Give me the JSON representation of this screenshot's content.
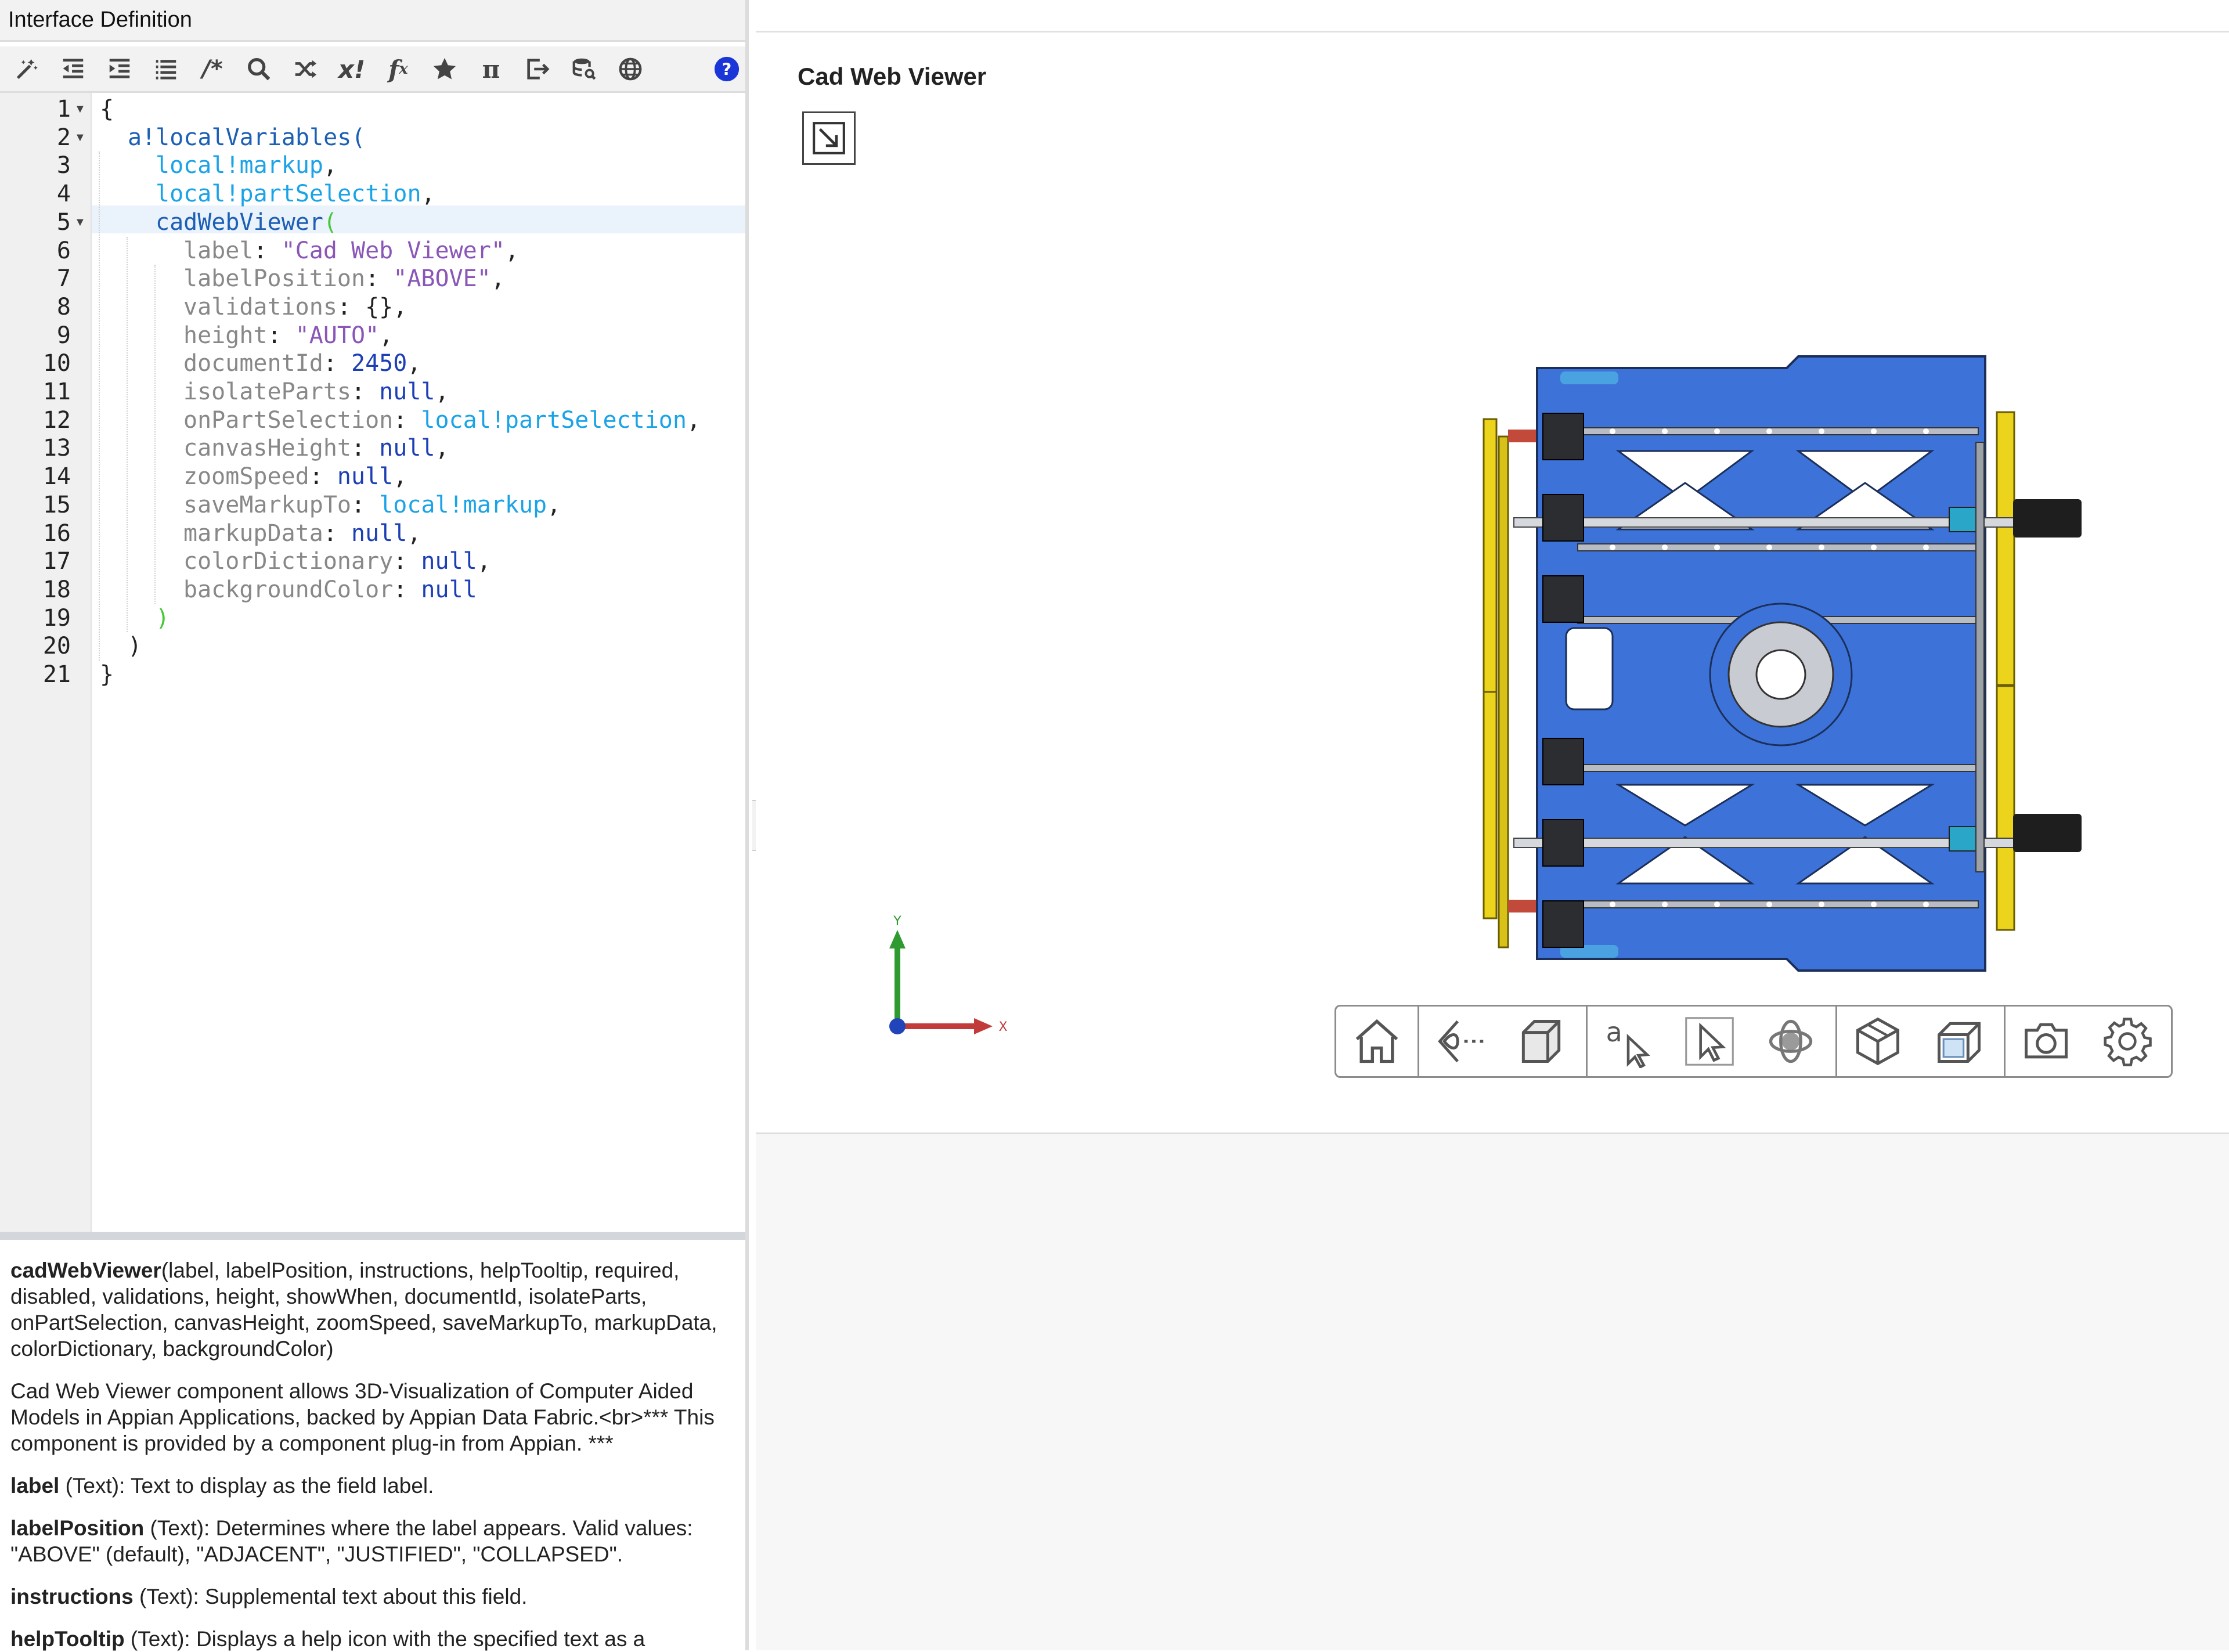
{
  "editor": {
    "title": "Interface Definition",
    "toolbar": [
      {
        "name": "format-icon",
        "glyph": ""
      },
      {
        "name": "outdent-icon",
        "glyph": ""
      },
      {
        "name": "indent-icon",
        "glyph": ""
      },
      {
        "name": "list-icon",
        "glyph": ""
      },
      {
        "name": "comment-icon",
        "glyph": "/*"
      },
      {
        "name": "search-icon",
        "glyph": ""
      },
      {
        "name": "shuffle-icon",
        "glyph": ""
      },
      {
        "name": "variable-icon",
        "glyph": "x!"
      },
      {
        "name": "function-icon",
        "glyph": "fx"
      },
      {
        "name": "favorite-star-icon",
        "glyph": ""
      },
      {
        "name": "constant-pi-icon",
        "glyph": "π"
      },
      {
        "name": "export-icon",
        "glyph": ""
      },
      {
        "name": "data-search-icon",
        "glyph": ""
      },
      {
        "name": "globe-icon",
        "glyph": ""
      },
      {
        "name": "help-icon",
        "glyph": "?"
      }
    ],
    "line_numbers": [
      "1",
      "2",
      "3",
      "4",
      "5",
      "6",
      "7",
      "8",
      "9",
      "10",
      "11",
      "12",
      "13",
      "14",
      "15",
      "16",
      "17",
      "18",
      "19",
      "20",
      "21"
    ],
    "code": [
      [
        [
          "c-default",
          "{"
        ]
      ],
      [
        [
          "c-fn",
          "a!localVariables("
        ]
      ],
      [
        [
          "c-local",
          "local!markup"
        ],
        [
          "c-default",
          ","
        ]
      ],
      [
        [
          "c-local",
          "local!partSelection"
        ],
        [
          "c-default",
          ","
        ]
      ],
      [
        [
          "c-fn",
          "cadWebViewer"
        ],
        [
          "c-green",
          "("
        ]
      ],
      [
        [
          "c-key",
          "label"
        ],
        [
          "c-default",
          ": "
        ],
        [
          "c-str",
          "\"Cad Web Viewer\""
        ],
        [
          "c-default",
          ","
        ]
      ],
      [
        [
          "c-key",
          "labelPosition"
        ],
        [
          "c-default",
          ": "
        ],
        [
          "c-str",
          "\"ABOVE\""
        ],
        [
          "c-default",
          ","
        ]
      ],
      [
        [
          "c-key",
          "validations"
        ],
        [
          "c-default",
          ": {},"
        ]
      ],
      [
        [
          "c-key",
          "height"
        ],
        [
          "c-default",
          ": "
        ],
        [
          "c-str",
          "\"AUTO\""
        ],
        [
          "c-default",
          ","
        ]
      ],
      [
        [
          "c-key",
          "documentId"
        ],
        [
          "c-default",
          ": "
        ],
        [
          "c-num",
          "2450"
        ],
        [
          "c-default",
          ","
        ]
      ],
      [
        [
          "c-key",
          "isolateParts"
        ],
        [
          "c-default",
          ": "
        ],
        [
          "c-null",
          "null"
        ],
        [
          "c-default",
          ","
        ]
      ],
      [
        [
          "c-key",
          "onPartSelection"
        ],
        [
          "c-default",
          ": "
        ],
        [
          "c-local",
          "local!partSelection"
        ],
        [
          "c-default",
          ","
        ]
      ],
      [
        [
          "c-key",
          "canvasHeight"
        ],
        [
          "c-default",
          ": "
        ],
        [
          "c-null",
          "null"
        ],
        [
          "c-default",
          ","
        ]
      ],
      [
        [
          "c-key",
          "zoomSpeed"
        ],
        [
          "c-default",
          ": "
        ],
        [
          "c-null",
          "null"
        ],
        [
          "c-default",
          ","
        ]
      ],
      [
        [
          "c-key",
          "saveMarkupTo"
        ],
        [
          "c-default",
          ": "
        ],
        [
          "c-local",
          "local!markup"
        ],
        [
          "c-default",
          ","
        ]
      ],
      [
        [
          "c-key",
          "markupData"
        ],
        [
          "c-default",
          ": "
        ],
        [
          "c-null",
          "null"
        ],
        [
          "c-default",
          ","
        ]
      ],
      [
        [
          "c-key",
          "colorDictionary"
        ],
        [
          "c-default",
          ": "
        ],
        [
          "c-null",
          "null"
        ],
        [
          "c-default",
          ","
        ]
      ],
      [
        [
          "c-key",
          "backgroundColor"
        ],
        [
          "c-default",
          ": "
        ],
        [
          "c-null",
          "null"
        ]
      ],
      [
        [
          "c-green",
          ")"
        ]
      ],
      [
        [
          "c-default",
          ")"
        ]
      ],
      [
        [
          "c-default",
          "}"
        ]
      ]
    ]
  },
  "docs": {
    "signature_name": "cadWebViewer",
    "signature_params": "(label, labelPosition, instructions, helpTooltip, required, disabled, validations, height, showWhen, documentId, isolateParts, onPartSelection, canvasHeight, zoomSpeed, saveMarkupTo, markupData, colorDictionary, backgroundColor)",
    "description": "Cad Web Viewer component allows 3D-Visualization of Computer Aided Models in Appian Applications, backed by Appian Data Fabric.<br>*** This component is provided by a component plug-in from Appian. ***",
    "params": [
      {
        "name": "label",
        "desc": " (Text): Text to display as the field label."
      },
      {
        "name": "labelPosition",
        "desc": " (Text): Determines where the label appears. Valid values: \"ABOVE\" (default), \"ADJACENT\", \"JUSTIFIED\", \"COLLAPSED\"."
      },
      {
        "name": "instructions",
        "desc": " (Text): Supplemental text about this field."
      },
      {
        "name": "helpTooltip",
        "desc": " (Text): Displays a help icon with the specified text as a"
      }
    ]
  },
  "preview": {
    "field_label": "Cad Web Viewer",
    "axis_x_label": "X",
    "axis_y_label": "Y",
    "viewer_toolbar": [
      {
        "name": "home-icon"
      },
      {
        "name": "view-direction-icon"
      },
      {
        "name": "cube-view-icon"
      },
      {
        "name": "annotation-icon"
      },
      {
        "name": "select-pointer-icon"
      },
      {
        "name": "orbit-icon"
      },
      {
        "name": "explode-parts-icon"
      },
      {
        "name": "section-box-icon"
      },
      {
        "name": "camera-icon"
      },
      {
        "name": "settings-gear-icon"
      }
    ],
    "colors": {
      "model_blue": "#3d73d9",
      "yellow": "#ecd41c",
      "accent_help": "#1a35d8"
    }
  }
}
